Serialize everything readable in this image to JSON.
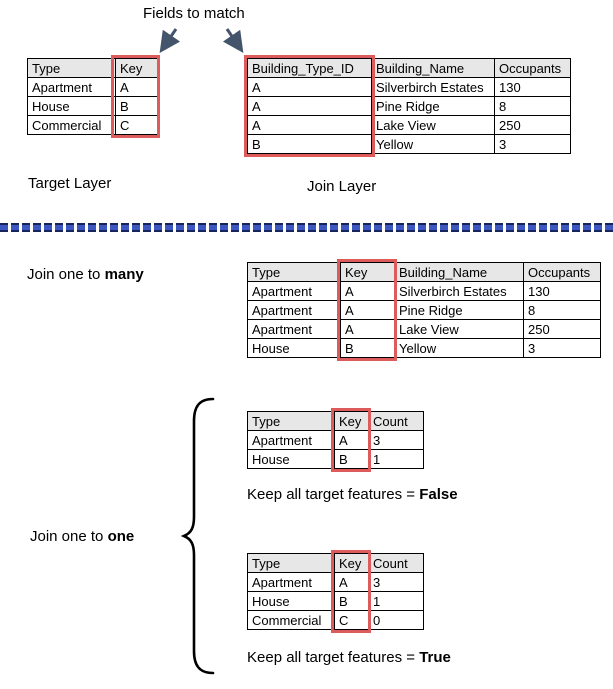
{
  "colors": {
    "key_highlight_red": "#DE5B5B",
    "arrow_navy": "#44546A",
    "divider_blue": "#3C57C0",
    "divider_dark_blue": "#17255C",
    "table_header_gray": "#E7E7E7"
  },
  "annotation": {
    "fields_to_match": "Fields to match"
  },
  "target_layer": {
    "label": "Target Layer",
    "table": {
      "columns": [
        "Type",
        "Key"
      ],
      "rows": [
        [
          "Apartment",
          "A"
        ],
        [
          "House",
          "B"
        ],
        [
          "Commercial",
          "C"
        ]
      ]
    }
  },
  "join_layer": {
    "label": "Join Layer",
    "table": {
      "columns": [
        "Building_Type_ID",
        "Building_Name",
        "Occupants"
      ],
      "rows": [
        [
          "A",
          "Silverbirch Estates",
          "130"
        ],
        [
          "A",
          "Pine Ridge",
          "8"
        ],
        [
          "A",
          "Lake View",
          "250"
        ],
        [
          "B",
          "Yellow",
          "3"
        ]
      ]
    }
  },
  "join_one_to_many": {
    "label_prefix": "Join one to ",
    "label_bold": "many",
    "table": {
      "columns": [
        "Type",
        "Key",
        "Building_Name",
        "Occupants"
      ],
      "rows": [
        [
          "Apartment",
          "A",
          "Silverbirch Estates",
          "130"
        ],
        [
          "Apartment",
          "A",
          "Pine Ridge",
          "8"
        ],
        [
          "Apartment",
          "A",
          "Lake View",
          "250"
        ],
        [
          "House",
          "B",
          "Yellow",
          "3"
        ]
      ]
    }
  },
  "join_one_to_one": {
    "label_prefix": "Join one to ",
    "label_bold": "one",
    "false_case": {
      "table": {
        "columns": [
          "Type",
          "Key",
          "Count"
        ],
        "rows": [
          [
            "Apartment",
            "A",
            "3"
          ],
          [
            "House",
            "B",
            "1"
          ]
        ]
      },
      "caption_prefix": "Keep all target features = ",
      "caption_bold": "False"
    },
    "true_case": {
      "table": {
        "columns": [
          "Type",
          "Key",
          "Count"
        ],
        "rows": [
          [
            "Apartment",
            "A",
            "3"
          ],
          [
            "House",
            "B",
            "1"
          ],
          [
            "Commercial",
            "C",
            "0"
          ]
        ]
      },
      "caption_prefix": "Keep all target features = ",
      "caption_bold": "True"
    }
  }
}
